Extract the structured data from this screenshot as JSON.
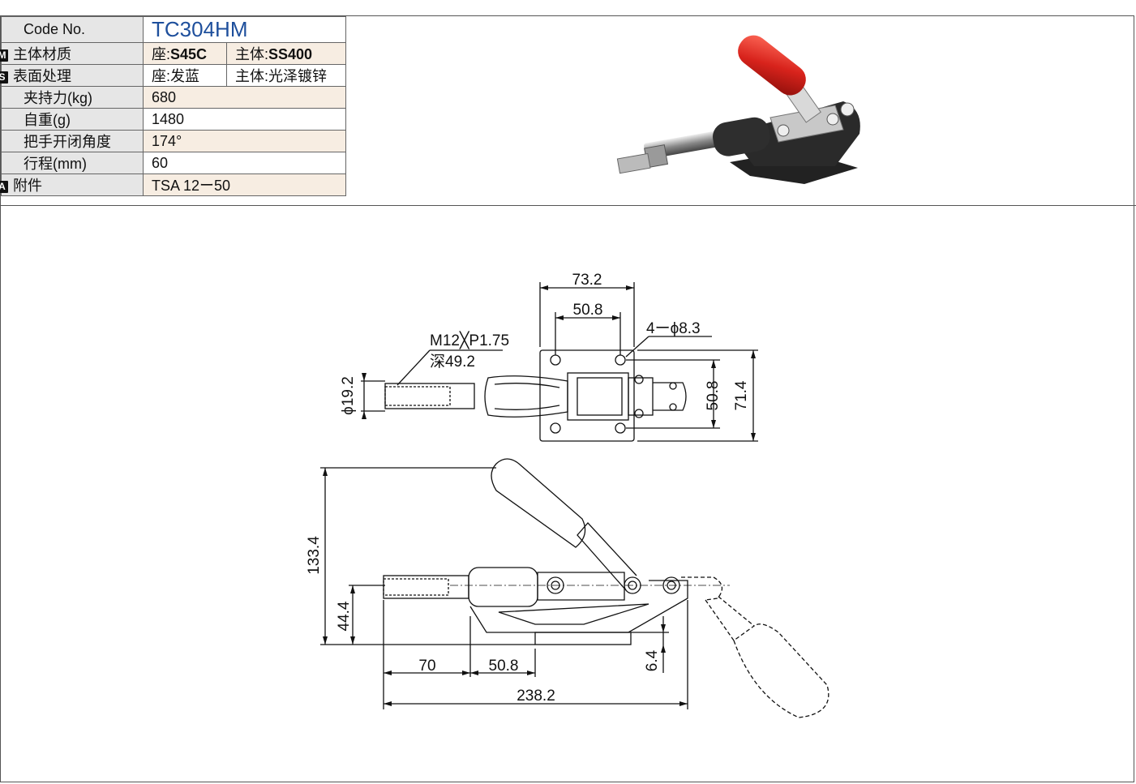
{
  "spec": {
    "code_label": "Code No.",
    "code_value": "TC304HM",
    "material": {
      "badge": "M",
      "label": "主体材质",
      "seat_prefix": "座:",
      "seat_value": "S45C",
      "body_prefix": "主体:",
      "body_value": "SS400"
    },
    "surface": {
      "badge": "S",
      "label": "表面处理",
      "seat": "座:发蓝",
      "body": "主体:光泽镀锌"
    },
    "clamp_force": {
      "label": "夹持力(kg)",
      "value": "680"
    },
    "weight": {
      "label": "自重(g)",
      "value": "1480"
    },
    "handle_angle": {
      "label": "把手开闭角度",
      "value": "174°"
    },
    "stroke": {
      "label": "行程(mm)",
      "value": "60"
    },
    "accessory": {
      "badge": "A",
      "label": "附件",
      "value": "TSA 12ー50"
    }
  },
  "colors": {
    "code_blue": "#1e4f9c",
    "label_bg": "#e6e6e6",
    "value_tint": "#f7ede2",
    "handle_red": "#d8231c"
  },
  "drawing": {
    "dim_73_2": "73.2",
    "dim_50_8_top": "50.8",
    "holes": "4ーϕ8.3",
    "thread": "M12╳P1.75",
    "depth": "深49.2",
    "dia": "ϕ19.2",
    "dim_50_8_right": "50.8",
    "dim_71_4": "71.4",
    "dim_133_4": "133.4",
    "dim_44_4": "44.4",
    "dim_70": "70",
    "dim_50_8_bottom": "50.8",
    "dim_6_4": "6.4",
    "dim_238_2": "238.2"
  }
}
